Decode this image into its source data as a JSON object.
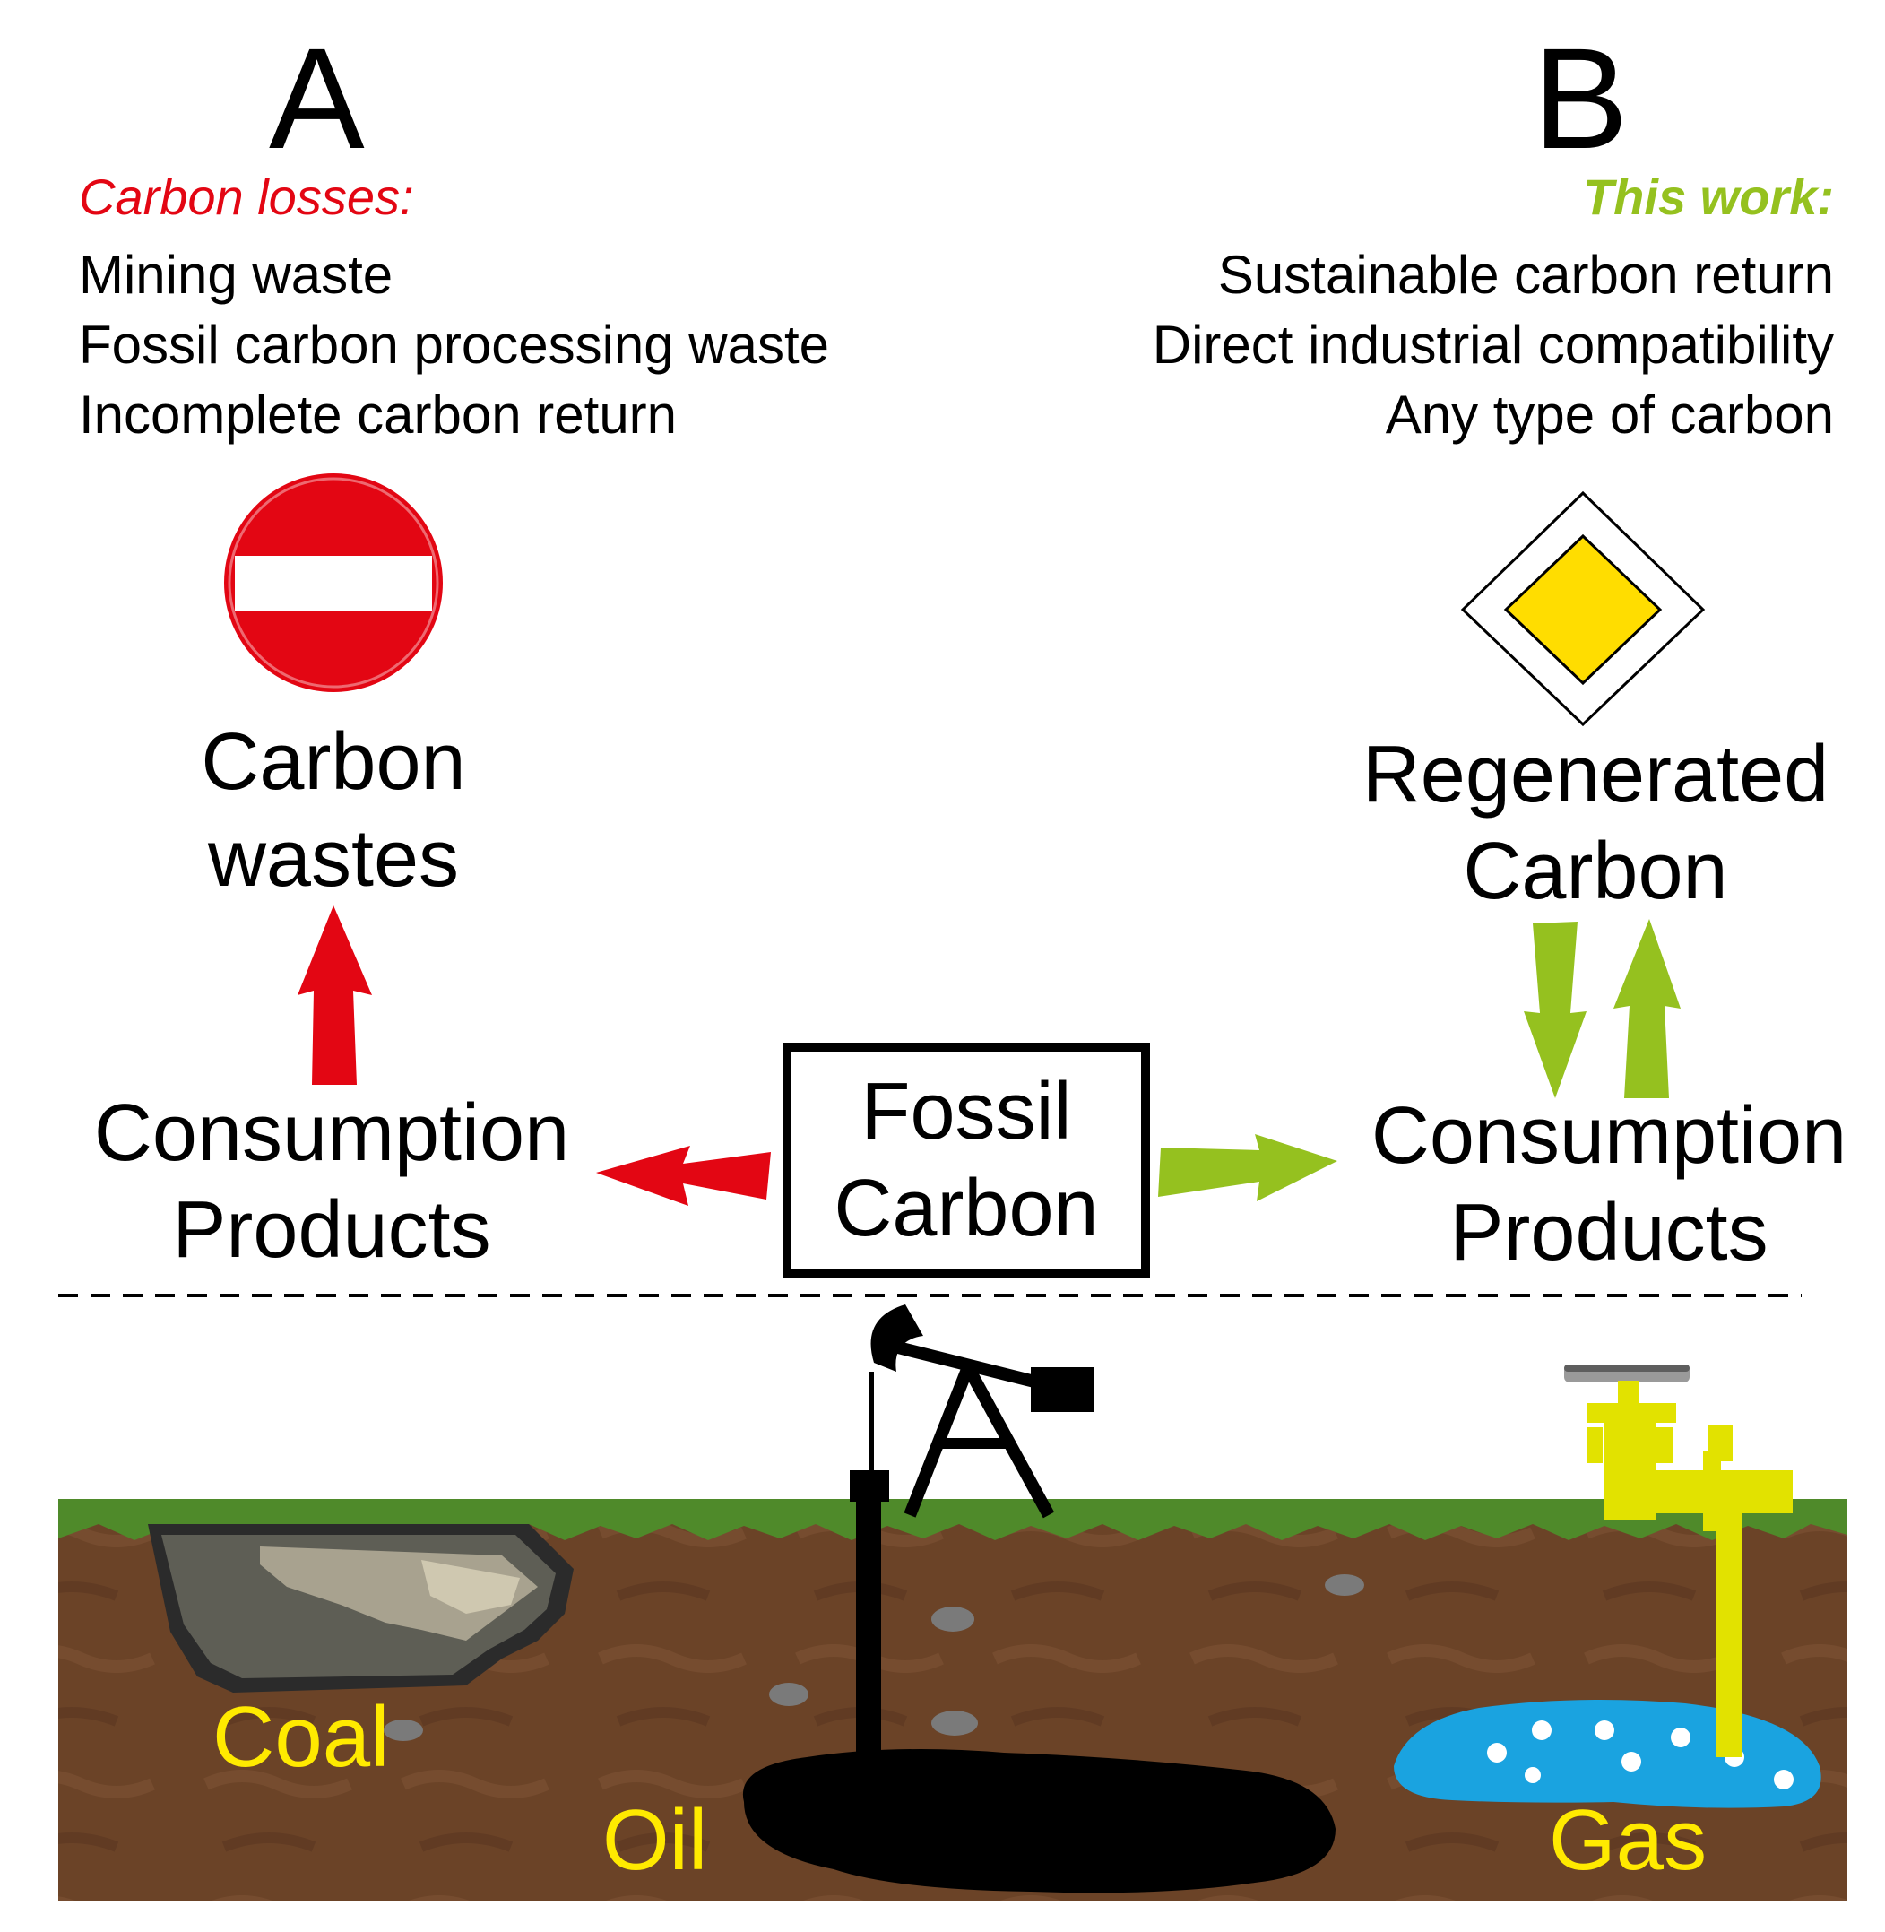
{
  "colors": {
    "loss_red": "#e30613",
    "work_green": "#95c11f",
    "soil": "#6b4327",
    "grass": "#4f8a2a",
    "sign_yellow": "#ffdd00",
    "label_yellow": "#ffea00",
    "gas_blue": "#1aa3e0"
  },
  "icons": {
    "panel_a_sign": "no-entry-sign-icon",
    "panel_b_sign": "priority-road-sign-icon",
    "oil_rig": "pumpjack-icon",
    "gas_valve": "gas-pipe-valve-icon",
    "coal": "coal-seam-icon"
  },
  "panel_a": {
    "letter": "A",
    "heading": "Carbon losses:",
    "items": [
      "Mining waste",
      "Fossil carbon processing waste",
      "Incomplete carbon return"
    ],
    "top_node": [
      "Carbon",
      "wastes"
    ],
    "bottom_node": [
      "Consumption",
      "Products"
    ]
  },
  "panel_b": {
    "letter": "B",
    "heading": "This work:",
    "items": [
      "Sustainable carbon return",
      "Direct industrial compatibility",
      "Any type of carbon"
    ],
    "top_node": [
      "Regenerated",
      "Carbon"
    ],
    "bottom_node": [
      "Consumption",
      "Products"
    ]
  },
  "center": {
    "box": [
      "Fossil",
      "Carbon"
    ]
  },
  "ground": {
    "coal": "Coal",
    "oil": "Oil",
    "gas": "Gas"
  }
}
